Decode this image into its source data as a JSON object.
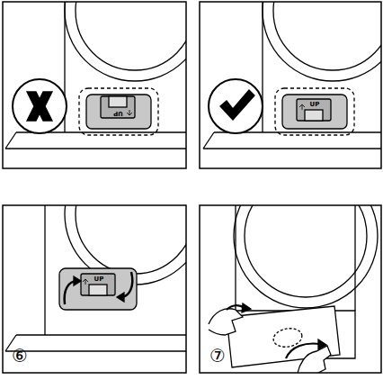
{
  "diagram": {
    "labels": [
      "UP",
      "UP",
      "UP",
      "⑥",
      "⑦"
    ]
  }
}
